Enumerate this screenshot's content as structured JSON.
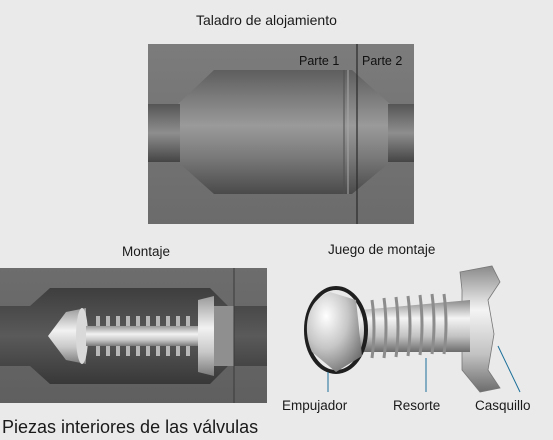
{
  "top_title": "Taladro de alojamiento",
  "part1": "Parte 1",
  "part2": "Parte 2",
  "assembly_title": "Montaje",
  "kit_title": "Juego de montaje",
  "labels": {
    "pusher": "Empujador",
    "spring": "Resorte",
    "bushing": "Casquillo"
  },
  "caption": "Piezas interiores de las válvulas"
}
